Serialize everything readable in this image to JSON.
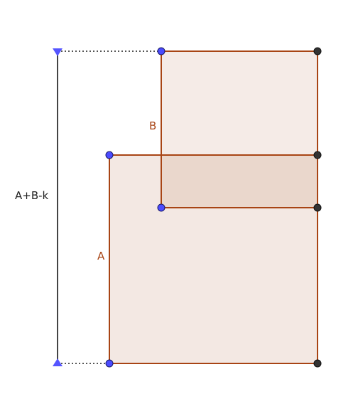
{
  "labels": {
    "total": "A+B-k",
    "a": "A",
    "b": "B"
  },
  "colors": {
    "edge": "#a84414",
    "fill": "#f3e8e3",
    "overlap_fill": "#ead7cc",
    "blue_point": "#4b4bff",
    "black_point": "#333333",
    "measure_line": "#444444",
    "measure_arrow": "#5555ff",
    "dotted": "#555555",
    "label_text": "#222222",
    "shape_label": "#a84414"
  }
}
